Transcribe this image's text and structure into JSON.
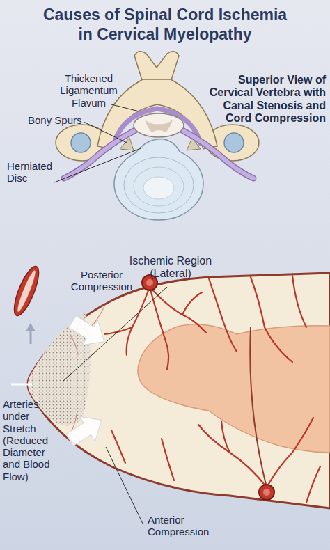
{
  "diagram": {
    "title": "Causes of Spinal Cord Ischemia in Cervical Myelopathy",
    "labels": [
      "Thickened Ligamentum Flavum",
      "Bony Spurs",
      "Herniated Disc",
      "Superior View of Cervical Vertebra with Canal Stenosis and Cord Compression",
      "Ischemic Region (Lateral)",
      "Posterior Compression",
      "Arteries under Stretch (Reduced Diameter and Blood Flow)",
      "Anterior Compression"
    ]
  }
}
